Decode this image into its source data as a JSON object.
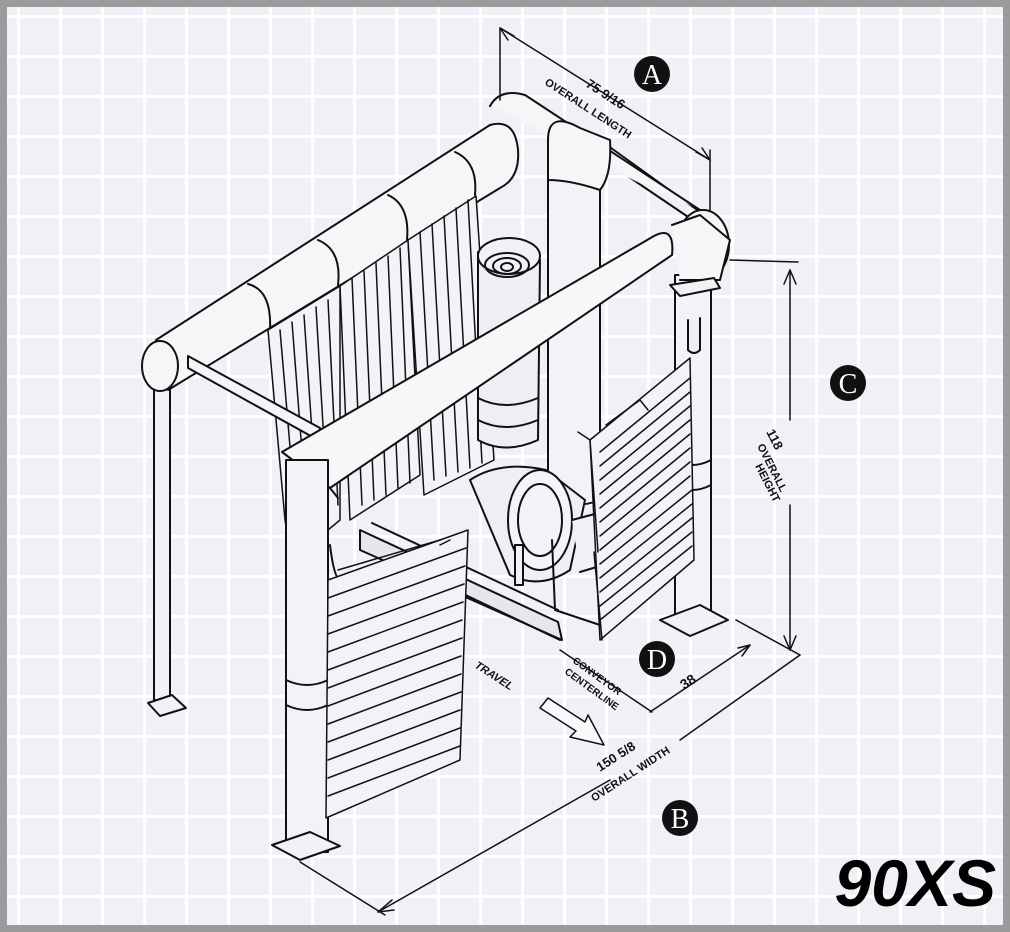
{
  "model_name": "90XS",
  "dimensions": {
    "length": {
      "marker": "A",
      "value": "75 9/16",
      "label": "OVERALL LENGTH"
    },
    "width": {
      "marker": "B",
      "value": "150 5/8",
      "label": "OVERALL WIDTH"
    },
    "height": {
      "marker": "C",
      "value": "118",
      "label_line1": "OVERALL",
      "label_line2": "HEIGHT"
    },
    "conveyor_offset": {
      "marker": "D",
      "value": "38",
      "label_line1": "CONVEYOR",
      "label_line2": "CENTERLINE"
    }
  },
  "travel_label": "TRAVEL",
  "colors": {
    "background": "#f0f0f6",
    "grid": "#ffffff",
    "frame": "#9b9b9b",
    "ink": "#111111"
  }
}
